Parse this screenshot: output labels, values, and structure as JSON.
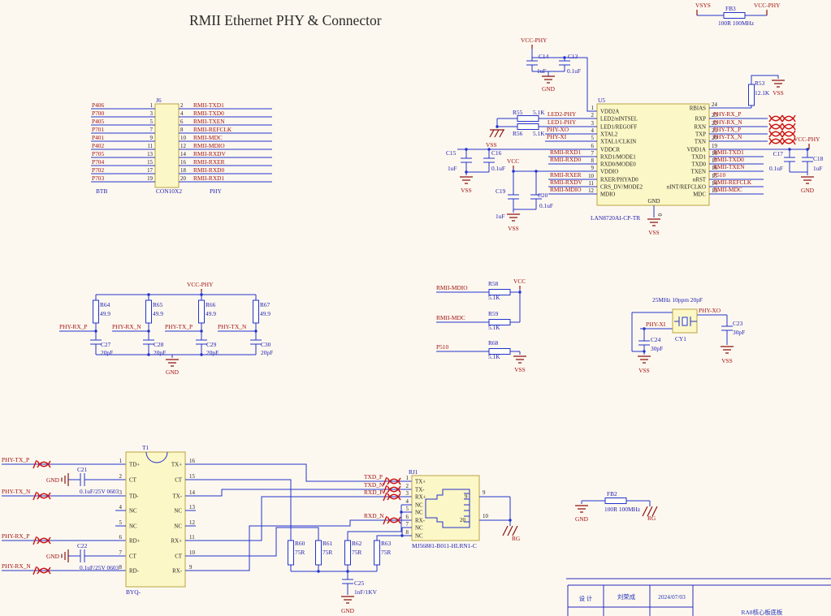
{
  "title": "RMII Ethernet PHY & Connector",
  "nets": {
    "vsys": "VSYS",
    "vcc_phy": "VCC-PHY",
    "vcc": "VCC",
    "vss": "VSS",
    "gnd": "GND",
    "rg": "RG",
    "p510": "P510",
    "rmii_mdio": "RMII-MDIO",
    "rmii_mdc": "RMII-MDC",
    "phy_rx_p": "PHY-RX_P",
    "phy_rx_n": "PHY-RX_N",
    "phy_tx_p": "PHY-TX_P",
    "phy_tx_n": "PHY-TX_N",
    "phy_xi": "PHY-XI",
    "phy_xo": "PHY-XO",
    "txd_p": "TXD_P",
    "txd_n": "TXD_N",
    "rxd_p": "RXD_P",
    "rxd_n": "RXD_N"
  },
  "fb3": {
    "ref": "FB3",
    "value": "100R 100MHz"
  },
  "fb2": {
    "ref": "FB2",
    "value": "100R 100MHz"
  },
  "j6": {
    "ref": "J6",
    "part": "CON10X2",
    "tag_left": "BTB",
    "tag_right": "PHY",
    "rows": [
      {
        "ln": "P406",
        "lp": "1",
        "rp": "2",
        "rn": "RMII-TXD1"
      },
      {
        "ln": "P700",
        "lp": "3",
        "rp": "4",
        "rn": "RMII-TXD0"
      },
      {
        "ln": "P405",
        "lp": "5",
        "rp": "6",
        "rn": "RMII-TXEN"
      },
      {
        "ln": "P701",
        "lp": "7",
        "rp": "8",
        "rn": "RMII-REFCLK"
      },
      {
        "ln": "P401",
        "lp": "9",
        "rp": "10",
        "rn": "RMII-MDC"
      },
      {
        "ln": "P402",
        "lp": "11",
        "rp": "12",
        "rn": "RMII-MDIO"
      },
      {
        "ln": "P705",
        "lp": "13",
        "rp": "14",
        "rn": "RMII-RXDV"
      },
      {
        "ln": "P704",
        "lp": "15",
        "rp": "16",
        "rn": "RMII-RXER"
      },
      {
        "ln": "P702",
        "lp": "17",
        "rp": "18",
        "rn": "RMII-RXD0"
      },
      {
        "ln": "P703",
        "lp": "19",
        "rp": "20",
        "rn": "RMII-RXD1"
      }
    ]
  },
  "u5": {
    "ref": "U5",
    "part": "LAN8720AI-CP-TR",
    "gnd_name": "GND",
    "gnd_num": "0",
    "left": [
      {
        "num": "1",
        "name": "VDD2A",
        "net": ""
      },
      {
        "num": "2",
        "name": "LED2/nINTSEL",
        "net": "LED2-PHY"
      },
      {
        "num": "3",
        "name": "LED1/REGOFF",
        "net": "LED1-PHY"
      },
      {
        "num": "4",
        "name": "XTAL2",
        "net": "PHY-XO"
      },
      {
        "num": "5",
        "name": "XTAL1/CLKIN",
        "net": "PHY-XI"
      },
      {
        "num": "6",
        "name": "VDDCR",
        "net": "VSS"
      },
      {
        "num": "7",
        "name": "RXD1/MODE1",
        "net": "RMII-RXD1"
      },
      {
        "num": "8",
        "name": "RXD0/MODE0",
        "net": "RMII-RXD0"
      },
      {
        "num": "9",
        "name": "VDDIO",
        "net": ""
      },
      {
        "num": "10",
        "name": "RXER/PHYAD0",
        "net": "RMII-RXER"
      },
      {
        "num": "11",
        "name": "CRS_DV/MODE2",
        "net": "RMII-RXDV"
      },
      {
        "num": "12",
        "name": "MDIO",
        "net": "RMII-MDIO"
      }
    ],
    "right": [
      {
        "num": "24",
        "name": "RBIAS",
        "net": ""
      },
      {
        "num": "23",
        "name": "RXP",
        "net": "PHY-RX_P"
      },
      {
        "num": "22",
        "name": "RXN",
        "net": "PHY-RX_N"
      },
      {
        "num": "21",
        "name": "TXP",
        "net": "PHY-TX_P"
      },
      {
        "num": "20",
        "name": "TXN",
        "net": "PHY-TX_N"
      },
      {
        "num": "19",
        "name": "VDD1A",
        "net": ""
      },
      {
        "num": "18",
        "name": "TXD1",
        "net": "RMII-TXD1"
      },
      {
        "num": "17",
        "name": "TXD0",
        "net": "RMII-TXD0"
      },
      {
        "num": "16",
        "name": "TXEN",
        "net": "RMII-TXEN"
      },
      {
        "num": "15",
        "name": "nRST",
        "net": "P510"
      },
      {
        "num": "14",
        "name": "nINT/REFCLKO",
        "net": "RMII-REFCLK"
      },
      {
        "num": "13",
        "name": "MDC",
        "net": "RMII-MDC"
      }
    ]
  },
  "t1": {
    "ref": "T1",
    "part": "BYQ-",
    "left": [
      {
        "num": "1",
        "name": "TD+"
      },
      {
        "num": "2",
        "name": "CT"
      },
      {
        "num": "3",
        "name": "TD-"
      },
      {
        "num": "4",
        "name": "NC"
      },
      {
        "num": "5",
        "name": "NC"
      },
      {
        "num": "6",
        "name": "RD+"
      },
      {
        "num": "7",
        "name": "CT"
      },
      {
        "num": "8",
        "name": "RD-"
      }
    ],
    "right": [
      {
        "num": "16",
        "name": "TX+"
      },
      {
        "num": "15",
        "name": "CT"
      },
      {
        "num": "14",
        "name": "TX-"
      },
      {
        "num": "13",
        "name": "NC"
      },
      {
        "num": "12",
        "name": "NC"
      },
      {
        "num": "11",
        "name": "RX+"
      },
      {
        "num": "10",
        "name": "CT"
      },
      {
        "num": "9",
        "name": "RX-"
      }
    ]
  },
  "rj1": {
    "ref": "RJ1",
    "part": "MJ56881-B011-HLRN1-C",
    "left": [
      {
        "num": "1",
        "name": "TX+"
      },
      {
        "num": "2",
        "name": "TX-"
      },
      {
        "num": "3",
        "name": "RX+"
      },
      {
        "num": "4",
        "name": "NC"
      },
      {
        "num": "5",
        "name": "NC"
      },
      {
        "num": "6",
        "name": "RX-"
      },
      {
        "num": "7",
        "name": "NC"
      },
      {
        "num": "8",
        "name": "NC"
      }
    ],
    "right_inside": [
      "9",
      "20"
    ],
    "right_outside": [
      "9",
      "10"
    ]
  },
  "crystal": {
    "ref": "CY1",
    "note": "25MHz 10ppm 20pF"
  },
  "caps": {
    "c13": {
      "ref": "C13",
      "value": "0.1uF"
    },
    "c14": {
      "ref": "C14",
      "value": "1uF"
    },
    "c15": {
      "ref": "C15",
      "value": "1uF"
    },
    "c16": {
      "ref": "C16",
      "value": "0.1uF"
    },
    "c17": {
      "ref": "C17",
      "value": "0.1uF"
    },
    "c18": {
      "ref": "C18",
      "value": "1uF"
    },
    "c19": {
      "ref": "C19",
      "value": "1uF"
    },
    "c20": {
      "ref": "C20",
      "value": "0.1uF"
    },
    "c21": {
      "ref": "C21",
      "value": "0.1uF/25V 0603"
    },
    "c22": {
      "ref": "C22",
      "value": "0.1uF/25V 0603"
    },
    "c23": {
      "ref": "C23",
      "value": "30pF"
    },
    "c24": {
      "ref": "C24",
      "value": "30pF"
    },
    "c25": {
      "ref": "C25",
      "value": "1nF/1KV"
    },
    "c27": {
      "ref": "C27",
      "value": "20pF"
    },
    "c28": {
      "ref": "C28",
      "value": "20pF"
    },
    "c29": {
      "ref": "C29",
      "value": "20pF"
    },
    "c30": {
      "ref": "C30",
      "value": "20pF"
    }
  },
  "res": {
    "r53": {
      "ref": "R53",
      "value": "12.1K"
    },
    "r55": {
      "ref": "R55",
      "value": "5.1K"
    },
    "r56": {
      "ref": "R56",
      "value": "5.1K"
    },
    "r58": {
      "ref": "R58",
      "value": "5.1K"
    },
    "r59": {
      "ref": "R59",
      "value": "5.1K"
    },
    "r60": {
      "ref": "R60",
      "value": "75R"
    },
    "r61": {
      "ref": "R61",
      "value": "75R"
    },
    "r62": {
      "ref": "R62",
      "value": "75R"
    },
    "r63": {
      "ref": "R63",
      "value": "75R"
    },
    "r64": {
      "ref": "R64",
      "value": "49.9"
    },
    "r65": {
      "ref": "R65",
      "value": "49.9"
    },
    "r66": {
      "ref": "R66",
      "value": "49.9"
    },
    "r67": {
      "ref": "R67",
      "value": "49.9"
    },
    "r68": {
      "ref": "R68",
      "value": "5.1K"
    }
  },
  "titleblock": {
    "design_label": "设 计",
    "designer": "刘荣成",
    "date": "2024/07/03",
    "board": "RA8核心板底板"
  }
}
